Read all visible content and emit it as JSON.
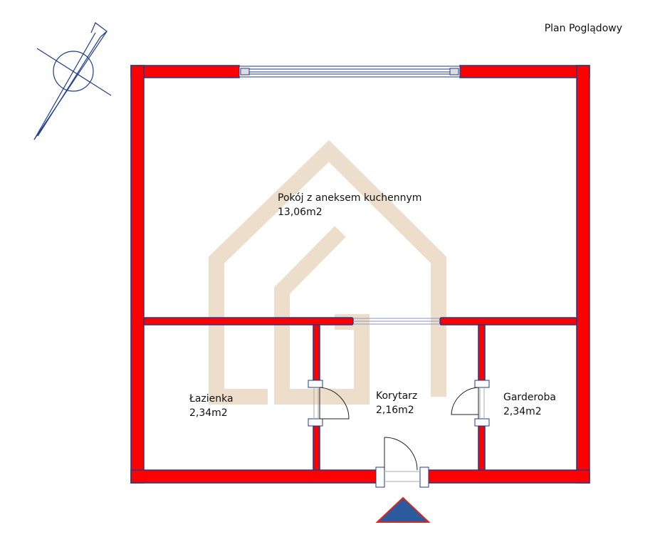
{
  "title": "Plan Poglądowy",
  "colors": {
    "wall_fill": "#ff0000",
    "wall_stroke": "#1f3b8c",
    "line": "#1f3b8c",
    "watermark": "#ead9c4",
    "entrance_fill": "#2b5b9e",
    "entrance_stroke": "#d8271f",
    "text": "#111111"
  },
  "rooms": [
    {
      "id": "living",
      "name": "Pokój z aneksem kuchennym",
      "area": "13,06m2"
    },
    {
      "id": "bath",
      "name": "Łazienka",
      "area": "2,34m2"
    },
    {
      "id": "hall",
      "name": "Korytarz",
      "area": "2,16m2"
    },
    {
      "id": "wardrobe",
      "name": "Garderoba",
      "area": "2,34m2"
    }
  ],
  "icons": {
    "compass": "compass-rose-icon",
    "entrance": "entrance-triangle-icon",
    "watermark": "house-logo-watermark"
  }
}
